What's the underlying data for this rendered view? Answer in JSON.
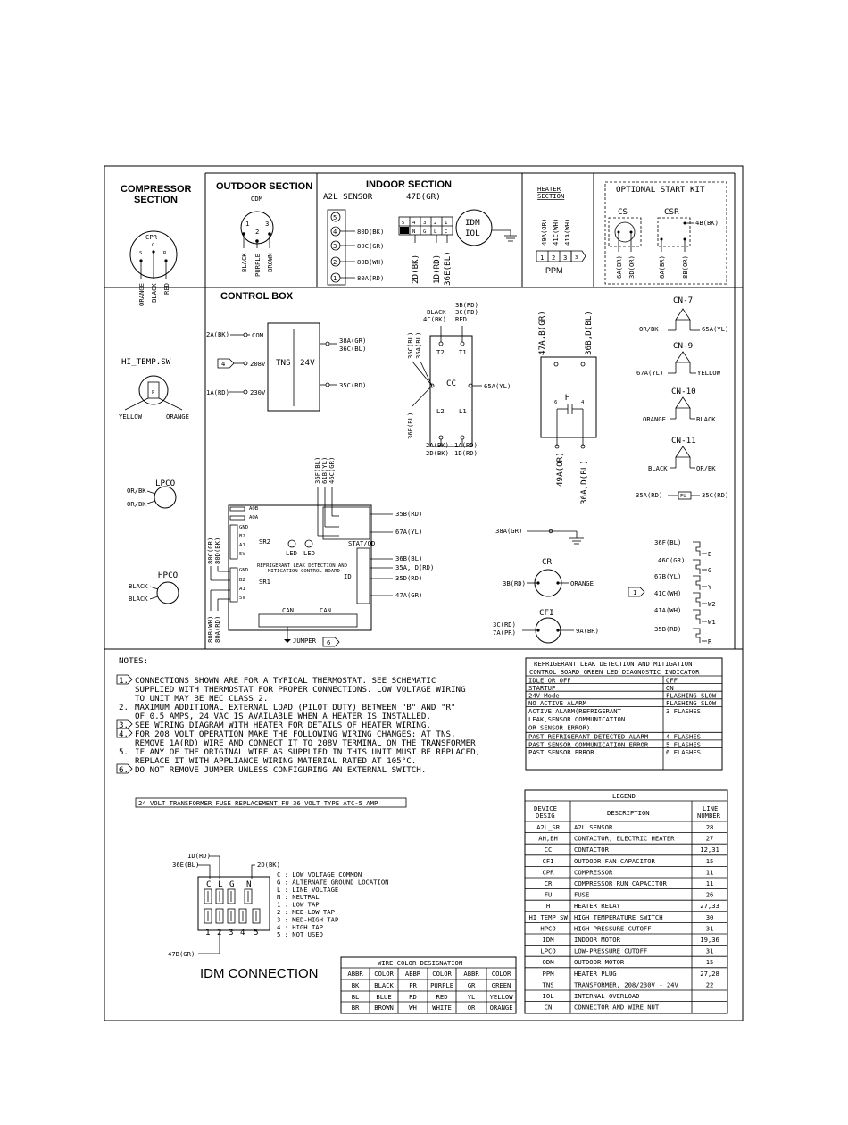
{
  "sections": {
    "compressor": "COMPRESSOR",
    "compressor2": "SECTION",
    "outdoor": "OUTDOOR SECTION",
    "indoor": "INDOOR SECTION",
    "heater": "HEATER",
    "heater2": "SECTION",
    "optional": "OPTIONAL START KIT",
    "control_box": "CONTROL BOX"
  },
  "compressor": {
    "label": "CPR",
    "s": "S",
    "c": "C",
    "r": "R",
    "wires": [
      "ORANGE",
      "BLACK",
      "RED"
    ]
  },
  "outdoor": {
    "label": "ODM",
    "pins": [
      "1",
      "2",
      "3"
    ],
    "wires": [
      "BLACK",
      "PURPLE",
      "BROWN"
    ]
  },
  "indoor": {
    "a2l": "A2L SENSOR",
    "w47b": "47B(GR)",
    "pins": [
      "5",
      "4",
      "3",
      "2",
      "1"
    ],
    "wires": [
      "80D(BK)",
      "80C(GR)",
      "80B(WH)",
      "80A(RD)"
    ],
    "conn_top": [
      "5",
      "4",
      "3",
      "2",
      "1"
    ],
    "conn_bot": [
      "N",
      "G",
      "L",
      "C"
    ],
    "idm": "IDM",
    "iol": "IOL",
    "below": [
      "2D(BK)",
      "1D(RD)",
      "36E(BL)"
    ]
  },
  "heater": {
    "wires": [
      "49A(OR)",
      "41C(WH)",
      "41A(WH)"
    ],
    "pins": [
      "1",
      "2",
      "3"
    ],
    "pin_tab": "3",
    "ppm": "PPM"
  },
  "optional": {
    "cs": "CS",
    "csr": "CSR",
    "w4b": "4B(BK)",
    "below": [
      "6A(BR)",
      "3D(OR)",
      "6A(BR)",
      "8B(OR)"
    ]
  },
  "hi_temp": {
    "label": "HI_TEMP.SW",
    "yellow": "YELLOW",
    "orange": "ORANGE",
    "p": "P"
  },
  "lpco": {
    "label": "LPCO",
    "w1": "OR/BK",
    "w2": "OR/BK"
  },
  "hpco": {
    "label": "HPCO",
    "w1": "BLACK",
    "w2": "BLACK"
  },
  "tns": {
    "label": "TNS",
    "v24": "24V",
    "com": "COM",
    "v208": "208V",
    "v230": "230V",
    "w2a": "2A(BK)",
    "w1a": "1A(RD)",
    "ref4": "4",
    "w38a": "38A(GR)",
    "w36c": "36C(BL)",
    "w35c": "35C(RD)"
  },
  "cc": {
    "label": "CC",
    "t1": "T1",
    "t2": "T2",
    "l1": "L1",
    "l2": "L2",
    "top_left": [
      "BLACK",
      "4C(BK)"
    ],
    "top_right": [
      "3B(RD)",
      "3C(RD)",
      "RED"
    ],
    "side": [
      "36C(BL)",
      "36A(BL)"
    ],
    "w65a": "65A(YL)",
    "w36e": "36E(BL)",
    "bot_left": [
      "2A(BK)",
      "2D(BK)"
    ],
    "bot_right": [
      "1A(RD)",
      "1D(RD)"
    ]
  },
  "heater_relay": {
    "label": "H",
    "top": [
      "47A,B(GR)",
      "36B,D(BL)"
    ],
    "bot": [
      "49A(OR)",
      "36A,D(BL)"
    ],
    "n6": "6",
    "n4": "4"
  },
  "connectors": {
    "cn7": "CN-7",
    "cn7_l": "OR/BK",
    "cn7_r": "65A(YL)",
    "cn9": "CN-9",
    "cn9_l": "67A(YL)",
    "cn9_r": "YELLOW",
    "cn10": "CN-10",
    "cn10_l": "ORANGE",
    "cn10_r": "BLACK",
    "cn11": "CN-11",
    "cn11_l": "BLACK",
    "cn11_r": "OR/BK",
    "fuse_l": "35A(RD)",
    "fuse": "FU",
    "fuse_r": "35C(RD)"
  },
  "board": {
    "title1": "REFRIGERANT LEAK DETECTION AND",
    "title2": "MITIGATION CONTROL BOARD",
    "sr2": "SR2",
    "sr1": "SR1",
    "id": "ID",
    "led": "LED",
    "stat": "STAT/OD",
    "can": "CAN",
    "left_pins": [
      "AOB",
      "AOA",
      "GND",
      "B2",
      "A1",
      "5V",
      "GND",
      "B2",
      "A1",
      "5V"
    ],
    "top_wires": [
      "36F(BL)",
      "61B(YL)",
      "46C(GR)"
    ],
    "right_wires": [
      "35B(RD)",
      "67A(YL)",
      "36B(BL)",
      "35A, D(RD)",
      "35D(RD)",
      "47A(GR)"
    ],
    "left_wires": [
      "80C(GR)",
      "80D(BK)"
    ],
    "left_wires2": [
      "80B(WH)",
      "80A(RD)"
    ],
    "jumper": "JUMPER",
    "jumper_ref": "6"
  },
  "cr": {
    "label": "CR",
    "w38a": "38A(GR)",
    "w3b": "3B(RD)",
    "orange": "ORANGE"
  },
  "cfi": {
    "label": "CFI",
    "w3c": "3C(RD)",
    "w7a": "7A(PR)",
    "w9a": "9A(BR)"
  },
  "thermostat": {
    "ref": "1",
    "wires": [
      "36F(BL)",
      "46C(GR)",
      "67B(YL)",
      "41C(WH)",
      "41A(WH)",
      "35B(RD)"
    ],
    "terms": [
      "B",
      "G",
      "Y",
      "W2",
      "W1",
      "R"
    ]
  },
  "notes": {
    "title": "NOTES:",
    "items": [
      {
        "ref": "1.",
        "boxed": true,
        "lines": [
          "CONNECTIONS SHOWN ARE FOR A TYPICAL THERMOSTAT. SEE SCHEMATIC",
          "SUPPLIED WITH THERMOSTAT FOR PROPER CONNECTIONS. LOW VOLTAGE WIRING",
          "TO UNIT MAY BE NEC CLASS 2."
        ]
      },
      {
        "ref": "2.",
        "boxed": false,
        "lines": [
          "MAXIMUM ADDITIONAL EXTERNAL LOAD (PILOT DUTY) BETWEEN \"B\" AND \"R\"",
          "OF 0.5 AMPS, 24 VAC IS AVAILABLE WHEN A HEATER IS INSTALLED."
        ]
      },
      {
        "ref": "3.",
        "boxed": true,
        "lines": [
          "SEE WIRING DIAGRAM WITH HEATER FOR DETAILS OF HEATER WIRING."
        ]
      },
      {
        "ref": "4.",
        "boxed": true,
        "lines": [
          "FOR 208 VOLT OPERATION MAKE THE FOLLOWING WIRING CHANGES: AT TNS,",
          "REMOVE 1A(RD) WIRE AND CONNECT IT TO 208V TERMINAL ON THE TRANSFORMER"
        ]
      },
      {
        "ref": "5.",
        "boxed": false,
        "lines": [
          "IF ANY OF THE ORIGINAL WIRE AS SUPPLIED IN THIS UNIT MUST BE REPLACED,",
          "REPLACE IT WITH APPLIANCE WIRING MATERIAL RATED AT 105°C."
        ]
      },
      {
        "ref": "6.",
        "boxed": true,
        "lines": [
          "DO NOT REMOVE JUMPER UNLESS CONFIGURING AN EXTERNAL SWITCH."
        ]
      }
    ],
    "fuse_box": "24 VOLT TRANSFORMER FUSE REPLACEMENT FU 36 VOLT TYPE ATC-5 AMP"
  },
  "diag": {
    "title1": "REFRIGERANT LEAK DETECTION AND MITIGATION",
    "title2": "CONTROL BOARD GREEN LED DIAGNOSTIC INDICATOR",
    "rows": [
      {
        "state": [
          "IDLE OR OFF"
        ],
        "led": "OFF"
      },
      {
        "state": [
          "STARTUP"
        ],
        "led": "ON"
      },
      {
        "state": [
          "24V Mode"
        ],
        "led": "FLASHING SLOW"
      },
      {
        "state": [
          "NO ACTIVE ALARM"
        ],
        "led": "FLASHING SLOW"
      },
      {
        "state": [
          "ACTIVE ALARM(REFRIGERANT",
          "LEAK,SENSOR COMMUNICATION",
          "OR SENSOR ERROR)"
        ],
        "led": "3 FLASHES"
      },
      {
        "state": [
          "PAST REFRIGERANT DETECTED ALARM"
        ],
        "led": "4 FLASHES"
      },
      {
        "state": [
          "PAST SENSOR COMMUNICATION ERROR"
        ],
        "led": "5 FLASHES"
      },
      {
        "state": [
          "PAST SENSOR ERROR"
        ],
        "led": "6 FLASHES"
      }
    ]
  },
  "legend": {
    "title": "LEGEND",
    "h_device": [
      "DEVICE",
      "DESIG"
    ],
    "h_desc": "DESCRIPTION",
    "h_line": [
      "LINE",
      "NUMBER"
    ],
    "rows": [
      [
        "A2L_SR",
        "A2L SENSOR",
        "28"
      ],
      [
        "AH,BH",
        "CONTACTOR, ELECTRIC HEATER",
        "27"
      ],
      [
        "CC",
        "CONTACTOR",
        "12,31"
      ],
      [
        "CFI",
        "OUTDOOR FAN CAPACITOR",
        "15"
      ],
      [
        "CPR",
        "COMPRESSOR",
        "11"
      ],
      [
        "CR",
        "COMPRESSOR RUN CAPACITOR",
        "11"
      ],
      [
        "FU",
        "FUSE",
        "26"
      ],
      [
        "H",
        "HEATER RELAY",
        "27,33"
      ],
      [
        "HI_TEMP_SW",
        "HIGH TEMPERATURE SWITCH",
        "30"
      ],
      [
        "HPCO",
        "HIGH-PRESSURE CUTOFF",
        "31"
      ],
      [
        "IDM",
        "INDOOR MOTOR",
        "19,36"
      ],
      [
        "LPCO",
        "LOW-PRESSURE CUTOFF",
        "31"
      ],
      [
        "ODM",
        "OUTDOOR MOTOR",
        "15"
      ],
      [
        "PPM",
        "HEATER PLUG",
        "27,28"
      ],
      [
        "TNS",
        "TRANSFORMER, 208/230V - 24V",
        "22"
      ],
      [
        "IOL",
        "INTERNAL OVERLOAD",
        ""
      ],
      [
        "CN",
        "CONNECTOR AND WIRE NUT",
        ""
      ]
    ]
  },
  "idm_conn": {
    "title": "IDM CONNECTION",
    "w1d": "1D(RD)",
    "w36e": "36E(BL)",
    "w2d": "2D(BK)",
    "w47b": "47B(GR)",
    "top": [
      "C",
      "L",
      "G",
      "N"
    ],
    "bot": [
      "1",
      "2",
      "3",
      "4",
      "5"
    ],
    "key": [
      "C : LOW VOLTAGE COMMON",
      "G : ALTERNATE GROUND LOCATION",
      "L : LINE VOLTAGE",
      "N : NEUTRAL",
      "1 : LOW TAP",
      "2 : MED-LOW TAP",
      "3 : MED-HIGH TAP",
      "4 : HIGH TAP",
      "5 : NOT USED"
    ]
  },
  "wire_colors": {
    "title": "WIRE COLOR DESIGNATION",
    "headers": [
      "ABBR",
      "COLOR",
      "ABBR",
      "COLOR",
      "ABBR",
      "COLOR"
    ],
    "rows": [
      [
        "BK",
        "BLACK",
        "PR",
        "PURPLE",
        "GR",
        "GREEN"
      ],
      [
        "BL",
        "BLUE",
        "RD",
        "RED",
        "YL",
        "YELLOW"
      ],
      [
        "BR",
        "BROWN",
        "WH",
        "WHITE",
        "OR",
        "ORANGE"
      ]
    ]
  }
}
